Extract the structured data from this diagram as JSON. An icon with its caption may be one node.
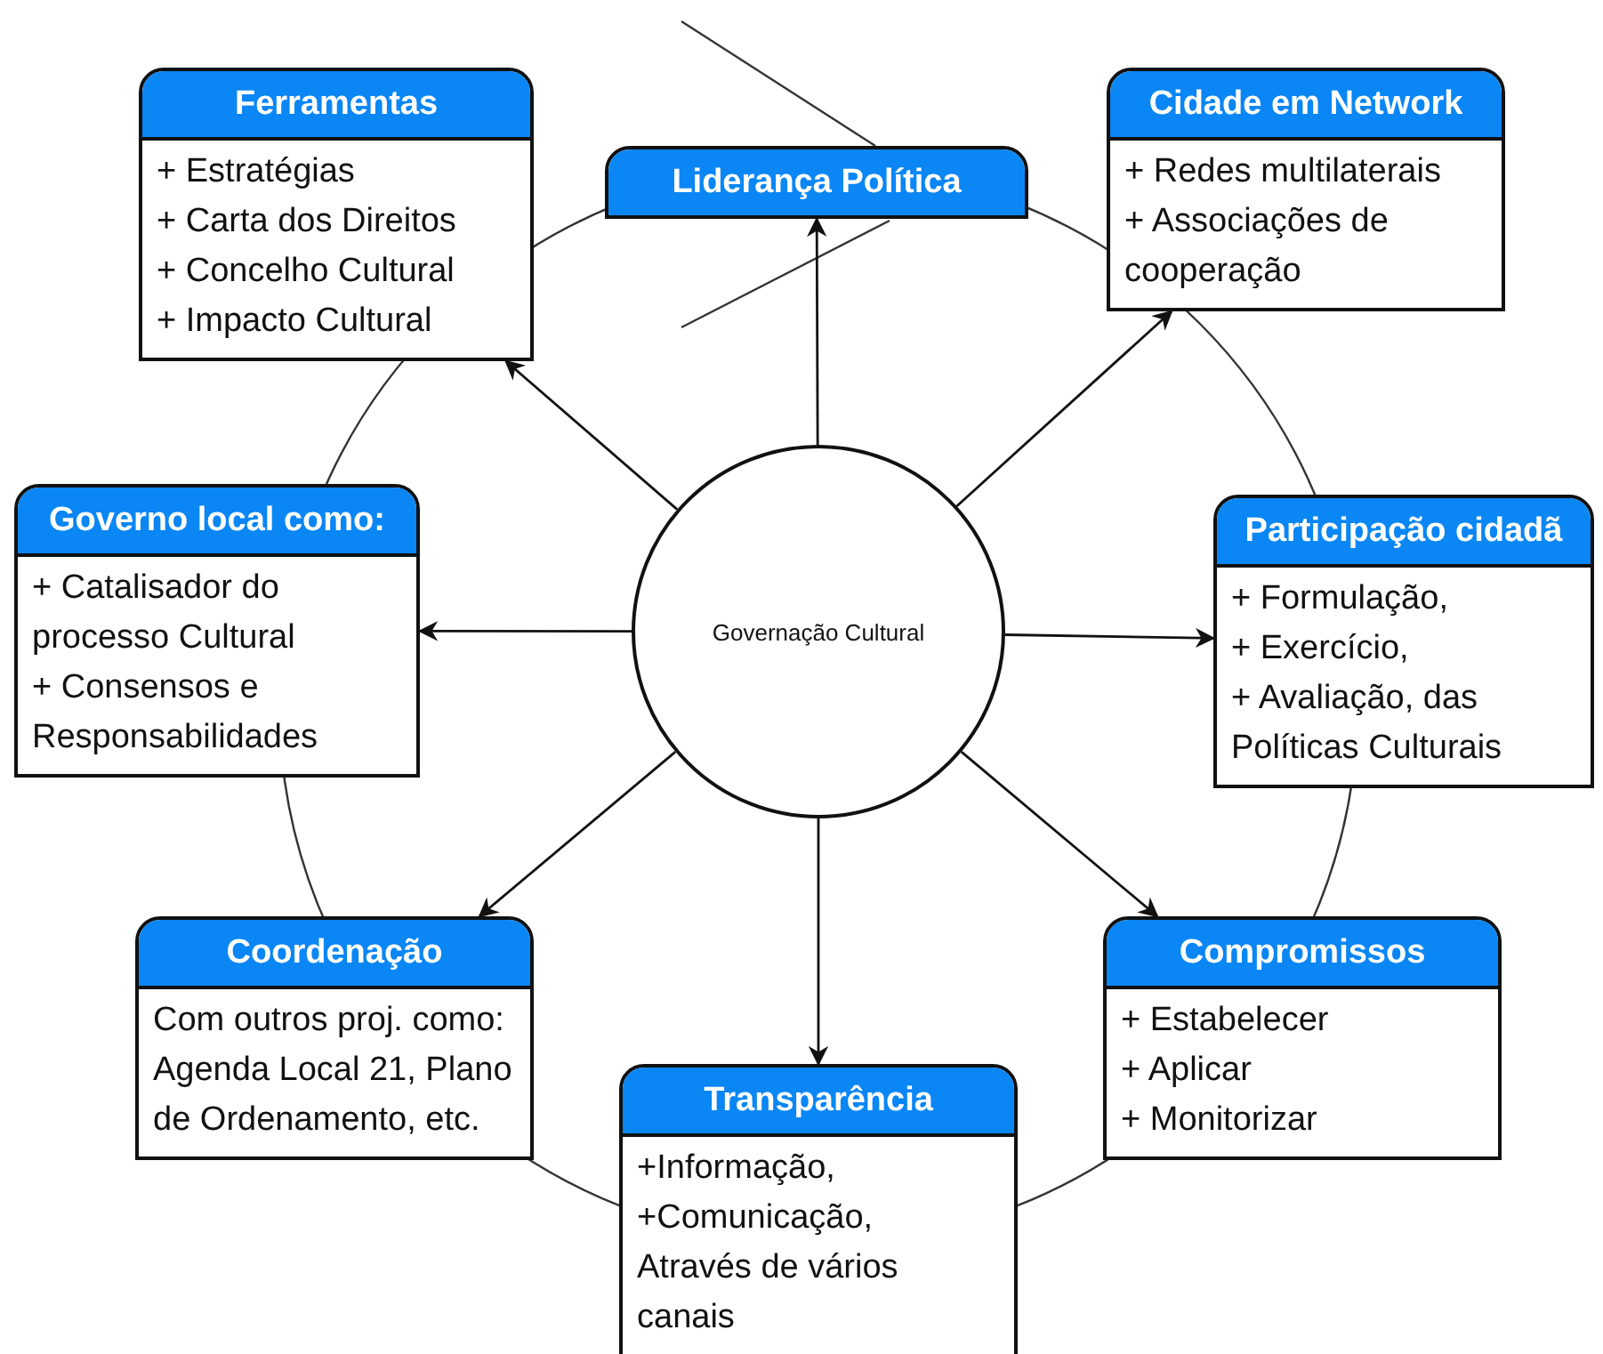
{
  "diagram": {
    "nodes": [
      {
        "text": [
          "Ferramentas",
          "+ Estratégias",
          "+ Carta dos Direitos",
          "+ Concelho Cultural",
          "+ Impacto Cultural"
        ]
      },
      {
        "text": [
          "Liderança Política"
        ]
      },
      {
        "text": [
          "Cidade em Network",
          "+ Redes multilaterais",
          "+ Associações de cooperação"
        ]
      },
      {
        "text": [
          "Governo local como:",
          "+ Catalisador do processo Cultural",
          "+ Consensos e Responsabilidades"
        ]
      },
      {
        "text": [
          "Governação Cultural"
        ]
      },
      {
        "text": [
          "Participação cidadã",
          "+ Formulação,",
          "+ Exercício,",
          "+ Avaliação, das Políticas Culturais"
        ]
      },
      {
        "text": [
          "Coordenação",
          "Com outros proj. como: Agenda Local 21, Plano de Ordenamento, etc."
        ]
      },
      {
        "text": [
          "Compromissos",
          "+ Estabelecer",
          "+ Aplicar",
          "+ Monitorizar"
        ]
      },
      {
        "text": [
          "Transparência",
          "+Informação,",
          "+Comunicação,",
          "Através de vários canais"
        ]
      }
    ],
    "edges": [
      {
        "from": 4,
        "to": 0,
        "arrow": "to"
      },
      {
        "from": 4,
        "to": 1,
        "arrow": "to"
      },
      {
        "from": 4,
        "to": 2,
        "arrow": "to"
      },
      {
        "from": 4,
        "to": 3,
        "arrow": "to"
      },
      {
        "from": 4,
        "to": 5,
        "arrow": "to"
      },
      {
        "from": 4,
        "to": 6,
        "arrow": "to"
      },
      {
        "from": 4,
        "to": 7,
        "arrow": "to"
      },
      {
        "from": 4,
        "to": 8,
        "arrow": "to"
      }
    ]
  }
}
